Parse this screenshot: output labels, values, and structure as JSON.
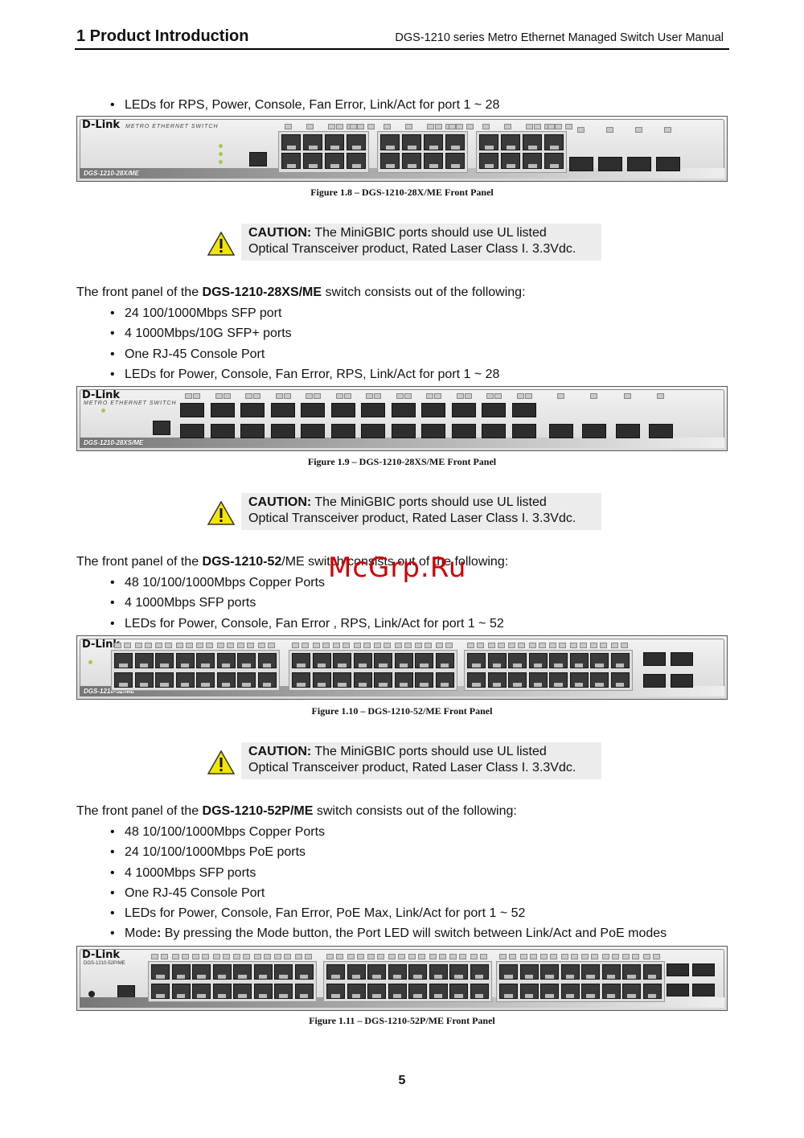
{
  "header": {
    "chapter": "1  Product Introduction",
    "manual": "DGS-1210 series Metro Ethernet Managed Switch User Manual"
  },
  "section_28x": {
    "bullets": [
      "LEDs for RPS, Power, Console, Fan Error, Link/Act for port 1 ~ 28"
    ],
    "figure": {
      "logo": "D-Link",
      "series": "METRO ETHERNET SWITCH",
      "model": "DGS-1210-28X/ME"
    },
    "caption": "Figure 1.8 – DGS-1210-28X/ME Front Panel"
  },
  "caution": {
    "label": "CAUTION:",
    "line1": " The MiniGBIC ports should use UL listed",
    "line2": "Optical Transceiver product, Rated Laser Class I. 3.3Vdc."
  },
  "section_28xs": {
    "intro_prefix": "The front panel of the ",
    "intro_model": "DGS-1210-28XS/ME",
    "intro_suffix": " switch consists out of the following:",
    "bullets": [
      "24 100/1000Mbps SFP port",
      "4 1000Mbps/10G SFP+ ports",
      "One RJ-45 Console Port",
      "LEDs for Power, Console, Fan Error, RPS, Link/Act for port 1 ~ 28"
    ],
    "figure": {
      "logo": "D-Link",
      "series": "METRO ETHERNET SWITCH",
      "model": "DGS-1210-28XS/ME"
    },
    "caption": "Figure 1.9 – DGS-1210-28XS/ME Front Panel"
  },
  "section_52": {
    "intro_prefix": "The front panel of the ",
    "intro_model": "DGS-1210-52",
    "intro_model2": "/ME",
    "intro_suffix": " switch consists out of the following:",
    "bullets": [
      "48 10/100/1000Mbps Copper Ports",
      "4 1000Mbps SFP ports",
      "LEDs for Power, Console, Fan Error , RPS, Link/Act for port 1 ~ 52"
    ],
    "figure": {
      "logo": "D-Link",
      "model": "DGS-1210-52/ME"
    },
    "caption": "Figure 1.10 – DGS-1210-52/ME Front Panel"
  },
  "section_52p": {
    "intro_prefix": "The front panel of the ",
    "intro_model": "DGS-1210-52P/ME",
    "intro_suffix": " switch consists out of the following:",
    "bullets": [
      "48 10/100/1000Mbps Copper Ports",
      "24 10/100/1000Mbps PoE ports",
      "4 1000Mbps SFP ports",
      "One RJ-45 Console Port",
      "LEDs for Power, Console, Fan Error, PoE Max, Link/Act for port 1 ~ 52"
    ],
    "mode_label": "Mode",
    "mode_colon": ":",
    "mode_text": " By pressing the Mode button, the Port LED will switch between Link/Act and PoE modes",
    "figure": {
      "logo": "D-Link",
      "model": "DGS-1210-52P/ME"
    },
    "caption": "Figure 1.11 – DGS-1210-52P/ME Front Panel"
  },
  "watermark": "McGrp.Ru",
  "page_number": "5"
}
